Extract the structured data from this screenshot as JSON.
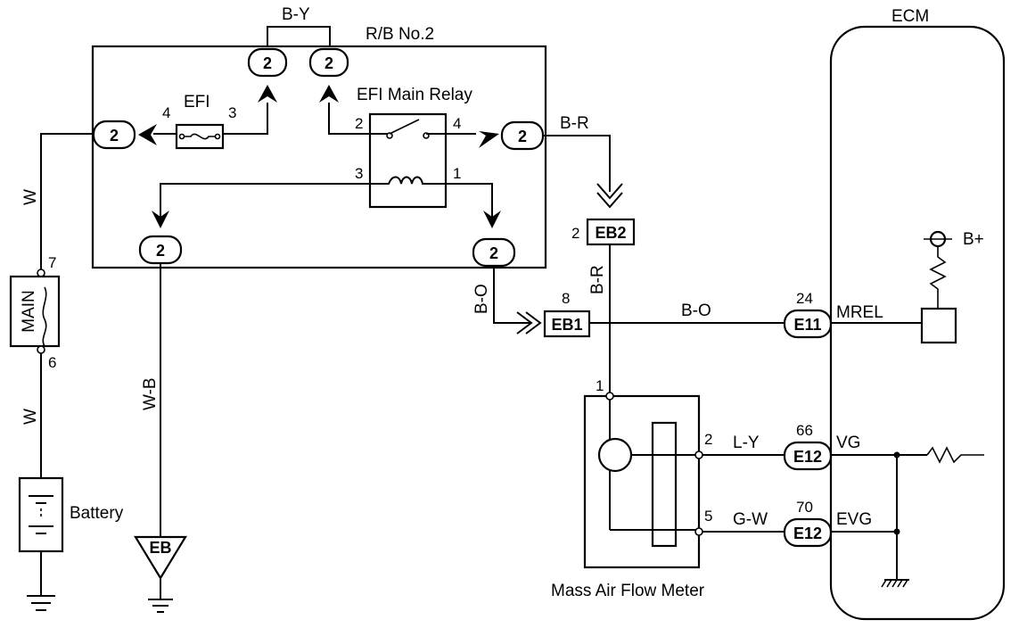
{
  "labels": {
    "ecm": "ECM",
    "rb_no2": "R/B No.2",
    "efi_fuse": "EFI",
    "efi_main_relay": "EFI Main Relay",
    "main_fuse": "MAIN",
    "battery": "Battery",
    "maf_meter": "Mass Air Flow Meter",
    "ground_eb": "EB",
    "b_plus": "B+",
    "mrel": "MREL",
    "vg": "VG",
    "evg": "EVG"
  },
  "wires": {
    "by": "B-Y",
    "br_top": "B-R",
    "br_vert": "B-R",
    "bo_vert": "B-O",
    "bo_horiz": "B-O",
    "w_upper": "W",
    "w_lower": "W",
    "wb": "W-B",
    "ly": "L-Y",
    "gw": "G-W"
  },
  "connectors": {
    "rb_by_left": "2",
    "rb_by_right": "2",
    "rb_main_in": "2",
    "rb_br_out": "2",
    "rb_wb_out": "2",
    "rb_bo_out": "2",
    "eb1": "EB1",
    "eb2": "EB2",
    "e11": "E11",
    "e12_vg": "E12",
    "e12_evg": "E12"
  },
  "pins": {
    "fuse_4": "4",
    "fuse_3": "3",
    "relay_2": "2",
    "relay_4": "4",
    "relay_3": "3",
    "relay_1": "1",
    "eb2_2": "2",
    "eb1_8": "8",
    "main_7": "7",
    "main_6": "6",
    "maf_1": "1",
    "maf_2": "2",
    "maf_5": "5",
    "ecm_24": "24",
    "ecm_66": "66",
    "ecm_70": "70"
  }
}
